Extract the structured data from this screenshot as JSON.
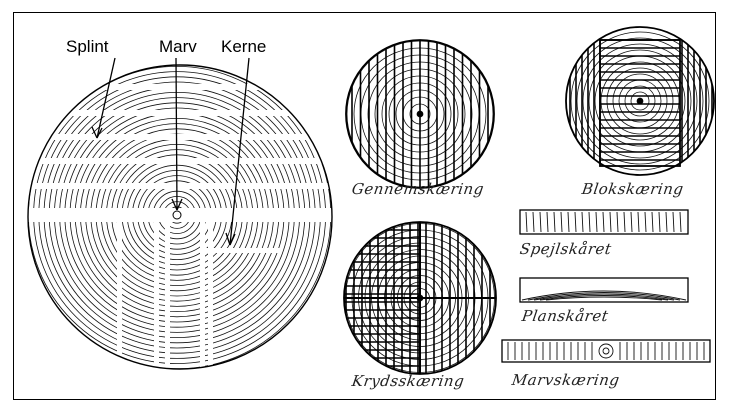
{
  "labels": {
    "splint": "Splint",
    "marv": "Marv",
    "kerne": "Kerne"
  },
  "captions": {
    "gennemskaering": "Gennemskæring",
    "blokskaering": "Blokskæring",
    "krydsskaering": "Krydsskæring",
    "spejlskaret": "Spejlskåret",
    "planskaret": "Planskåret",
    "marvskaering": "Marvskæring"
  }
}
